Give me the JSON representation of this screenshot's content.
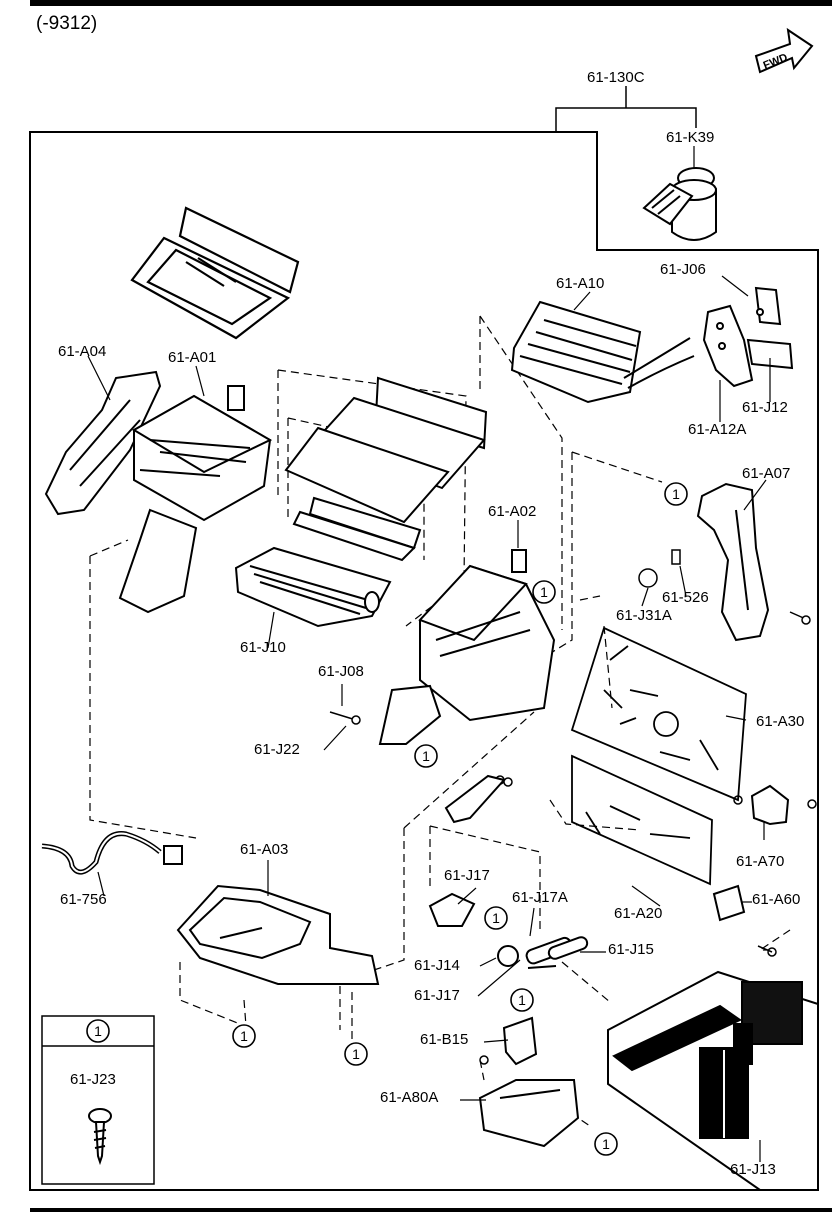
{
  "header": {
    "model_code": "(-9312)"
  },
  "fwd_label": "FWD",
  "callout_number": "1",
  "labels": {
    "p130C": "61-130C",
    "pK39": "61-K39",
    "pJ06": "61-J06",
    "pA10": "61-A10",
    "pJ12": "61-J12",
    "pA12A": "61-A12A",
    "pA04": "61-A04",
    "pA01": "61-A01",
    "pA07": "61-A07",
    "pA02": "61-A02",
    "p526": "61-526",
    "pJ31A": "61-J31A",
    "pJ10": "61-J10",
    "pJ08": "61-J08",
    "pA30": "61-A30",
    "pJ22": "61-J22",
    "pA03": "61-A03",
    "pJ17a": "61-J17",
    "pJ17A": "61-J17A",
    "pA70": "61-A70",
    "p756": "61-756",
    "pA60": "61-A60",
    "pA20": "61-A20",
    "pJ14": "61-J14",
    "pJ15": "61-J15",
    "pJ17b": "61-J17",
    "pB15": "61-B15",
    "pJ23": "61-J23",
    "pA80A": "61-A80A",
    "pJ13": "61-J13"
  }
}
